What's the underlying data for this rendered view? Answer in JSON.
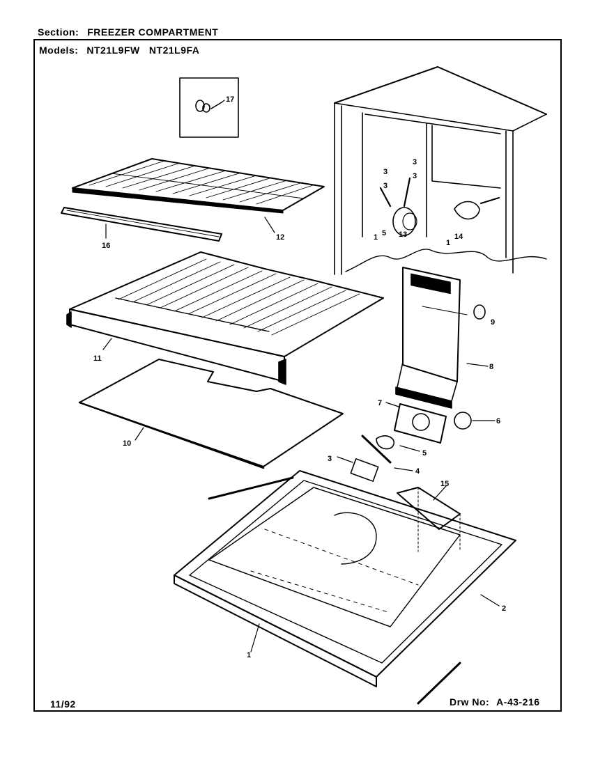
{
  "header": {
    "section_label": "Section:",
    "section_value": "FREEZER COMPARTMENT",
    "models_label": "Models:",
    "models": [
      "NT21L9FW",
      "NT21L9FA"
    ]
  },
  "footer": {
    "date": "11/92",
    "drawing_label": "Drw No:",
    "drawing_number": "A-43-216"
  },
  "callouts": [
    "17",
    "12",
    "16",
    "11",
    "10",
    "13",
    "14",
    "9",
    "8",
    "7",
    "6",
    "5",
    "3",
    "4",
    "15",
    "2",
    "1"
  ],
  "inner_marks": [
    "3",
    "3",
    "3",
    "3",
    "1",
    "5",
    "1"
  ]
}
